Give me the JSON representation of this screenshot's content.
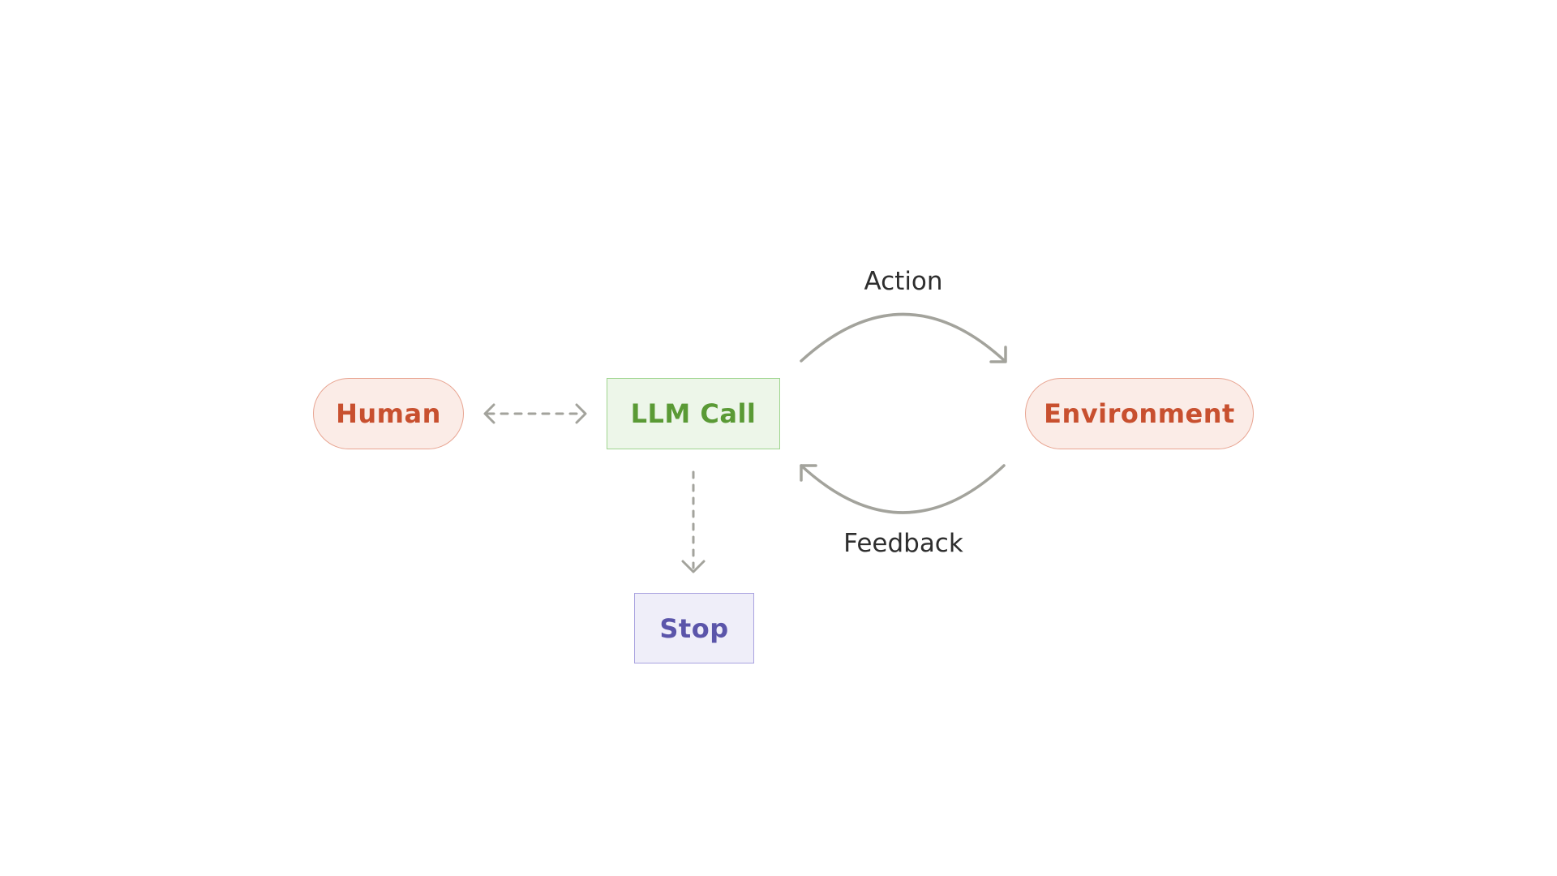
{
  "nodes": {
    "human": "Human",
    "llm_call": "LLM Call",
    "environment": "Environment",
    "stop": "Stop"
  },
  "edges": {
    "action": "Action",
    "feedback": "Feedback"
  },
  "colors": {
    "pill_fill": "#fbece7",
    "pill_border": "#e8a491",
    "pill_text": "#c8502f",
    "llm_fill": "#edf6e9",
    "llm_border": "#9fd58f",
    "llm_text": "#5a9a35",
    "stop_fill": "#efeef9",
    "stop_border": "#a9a2e0",
    "stop_text": "#5b55aa",
    "arrow": "#a3a39c"
  }
}
